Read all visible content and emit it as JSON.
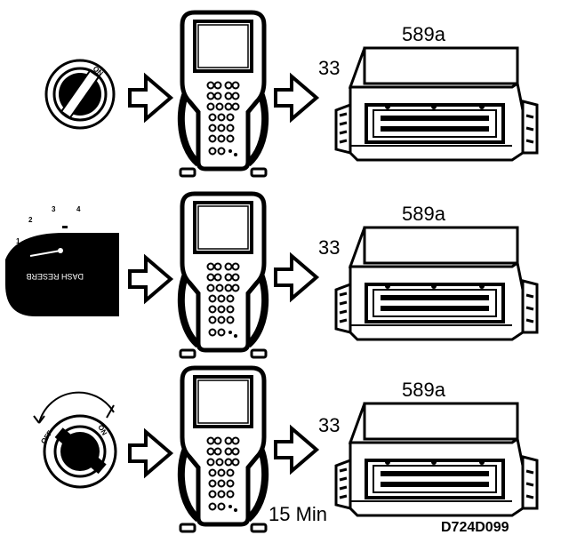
{
  "rows": [
    {
      "switch_label": "ON",
      "ecu_label": "589a",
      "connector_label": "33",
      "note": ""
    },
    {
      "switch_positions": [
        "1",
        "2",
        "3",
        "4"
      ],
      "ecu_label": "589a",
      "connector_label": "33",
      "note": ""
    },
    {
      "switch_labels": [
        "OFF",
        "ON"
      ],
      "ecu_label": "589a",
      "connector_label": "33",
      "note": "15 Min"
    }
  ],
  "figure_code": "D724D099"
}
